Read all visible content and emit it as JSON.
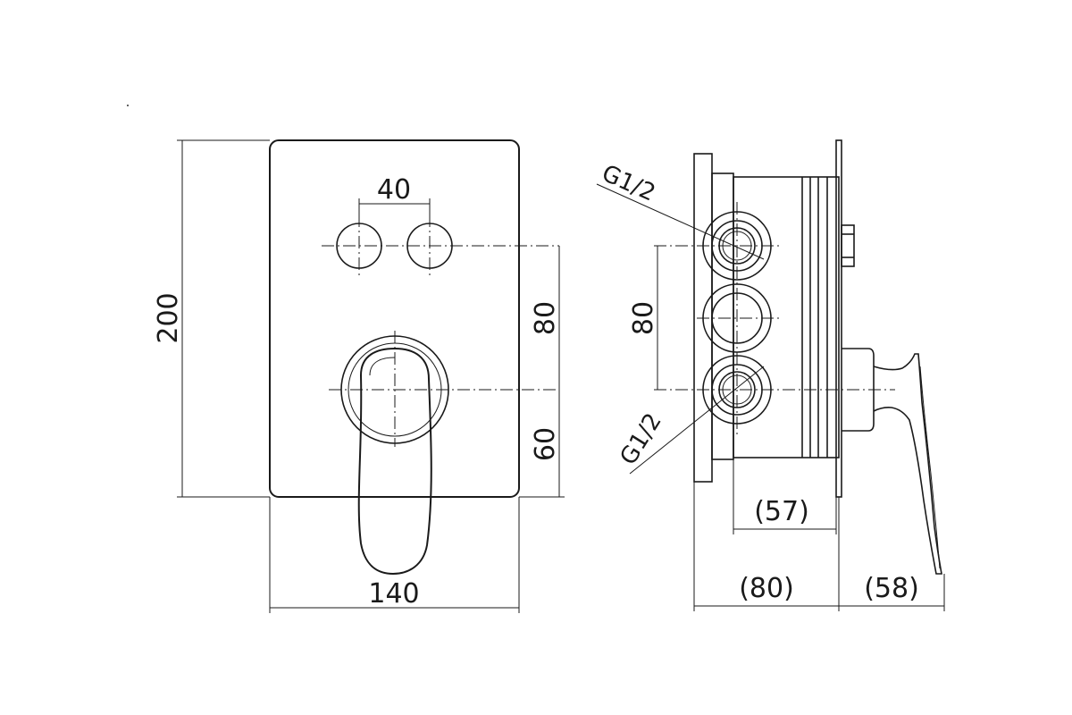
{
  "front_view": {
    "dim_width": "140",
    "dim_height": "200",
    "dim_button_spacing": "40",
    "dim_upper": "80",
    "dim_lower": "60"
  },
  "side_view": {
    "dim_outlet_spacing": "80",
    "thread_top": "G1/2",
    "thread_bottom": "G1/2",
    "dim_body_depth": "(57)",
    "dim_total_depth": "(80)",
    "dim_handle_projection": "(58)"
  }
}
